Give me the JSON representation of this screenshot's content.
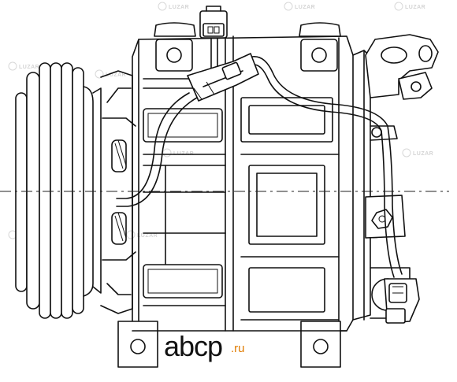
{
  "drawing": {
    "kind": "technical line drawing",
    "subject_icon": "ac-compressor-icon"
  },
  "watermark": {
    "text": "LUZAR",
    "color": "#d4d4d4"
  },
  "brand": {
    "name": "abcp",
    "suffix": ".ru",
    "name_color": "#111111",
    "suffix_color": "#e07b00"
  }
}
